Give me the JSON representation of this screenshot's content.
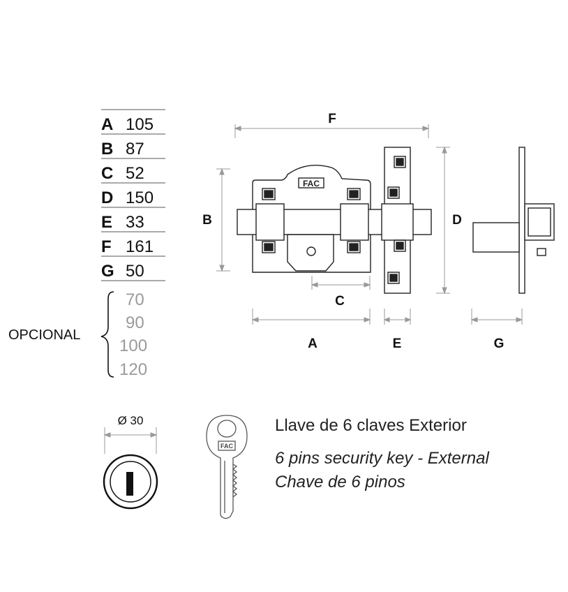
{
  "dimensions_table": [
    {
      "letter": "A",
      "value": "105"
    },
    {
      "letter": "B",
      "value": "87"
    },
    {
      "letter": "C",
      "value": "52"
    },
    {
      "letter": "D",
      "value": "150"
    },
    {
      "letter": "E",
      "value": "33"
    },
    {
      "letter": "F",
      "value": "161"
    },
    {
      "letter": "G",
      "value": "50"
    }
  ],
  "optional": {
    "label": "OPCIONAL",
    "values": [
      "70",
      "90",
      "100",
      "120"
    ]
  },
  "drawing_labels": {
    "A": "A",
    "B": "B",
    "C": "C",
    "D": "D",
    "E": "E",
    "F": "F",
    "G": "G"
  },
  "brand_mark": "FAC",
  "cylinder": {
    "diameter_label": "Ø 30"
  },
  "description": {
    "line1": "Llave de 6 claves Exterior",
    "line2": "6 pins security key - External",
    "line3": "Chave de 6 pinos"
  }
}
